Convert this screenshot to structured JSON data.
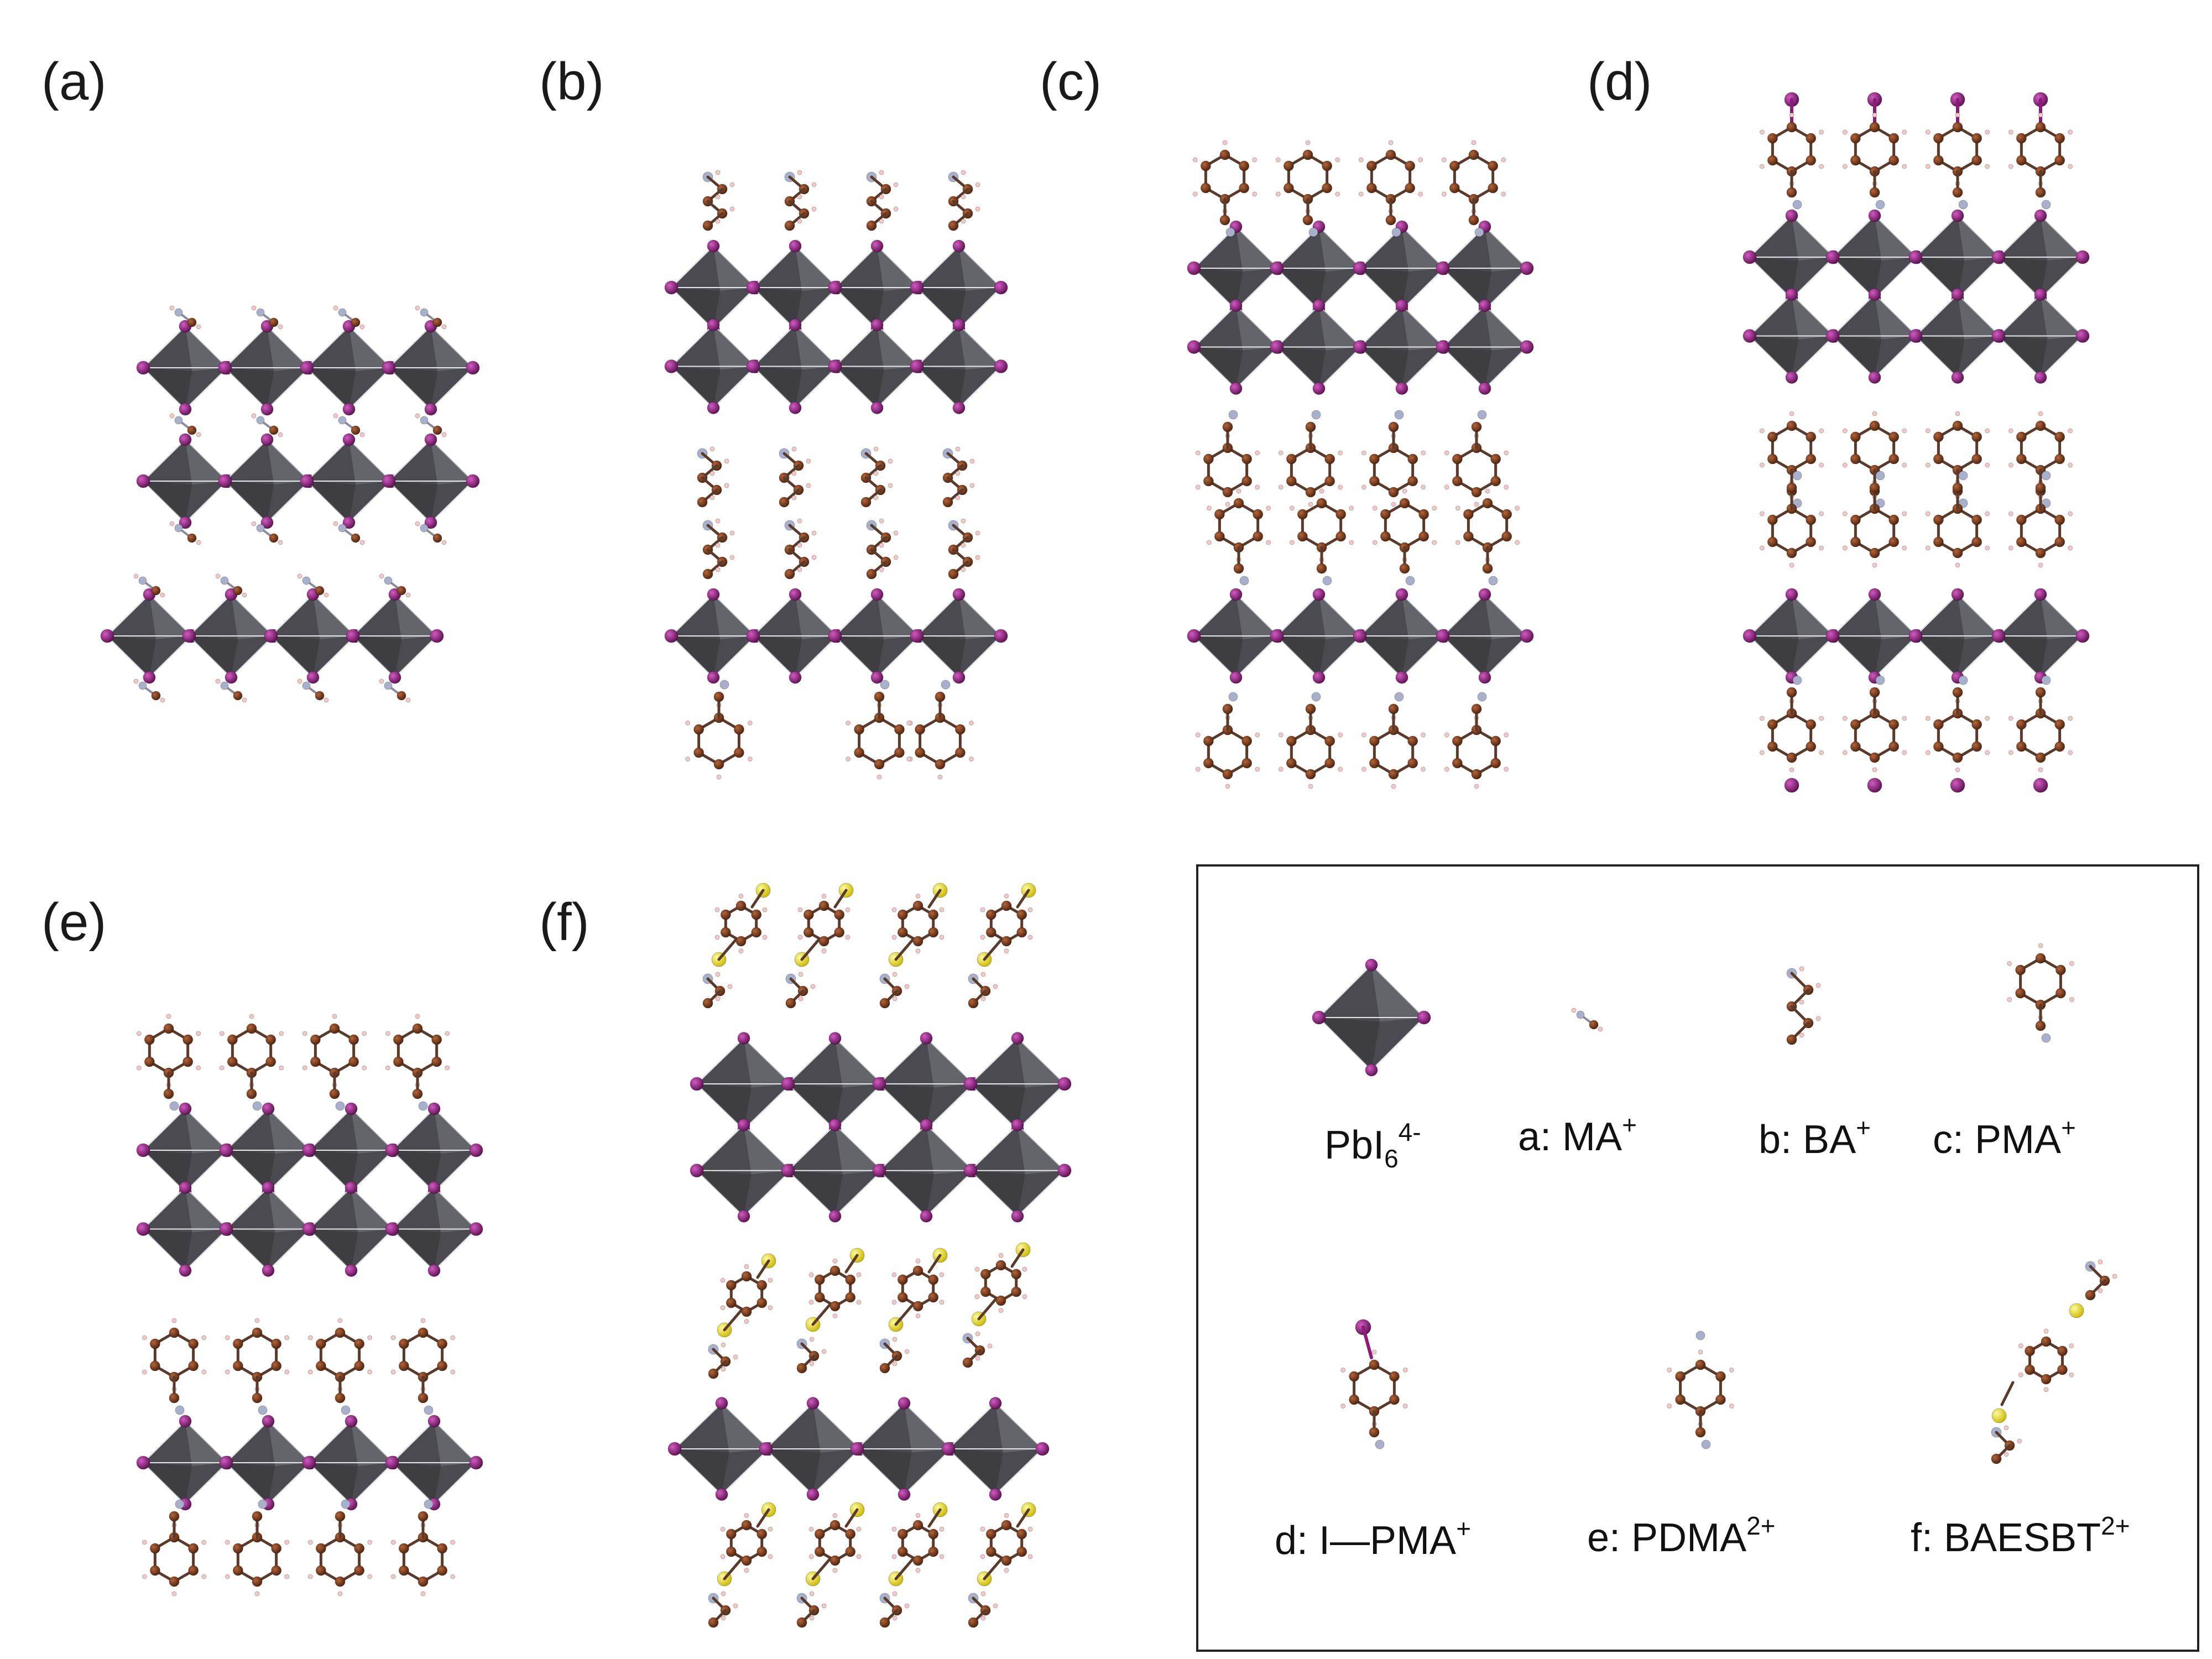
{
  "panels": [
    {
      "id": "a",
      "label": "(a)"
    },
    {
      "id": "b",
      "label": "(b)"
    },
    {
      "id": "c",
      "label": "(c)"
    },
    {
      "id": "d",
      "label": "(d)"
    },
    {
      "id": "e",
      "label": "(e)"
    },
    {
      "id": "f",
      "label": "(f)"
    }
  ],
  "legend": {
    "pbi6": {
      "base": "PbI",
      "sub": "6",
      "sup": "4-"
    },
    "ma": {
      "base": "a: MA",
      "sup": "+"
    },
    "ba": {
      "base": "b: BA",
      "sup": "+"
    },
    "pma": {
      "base": "c: PMA",
      "sup": "+"
    },
    "ipma": {
      "base": "d: I—PMA",
      "sup": "+"
    },
    "pdma": {
      "base": "e: PDMA",
      "sup": "2+"
    },
    "baesbt": {
      "base": "f: BAESBT",
      "sup": "2+"
    }
  },
  "colors": {
    "octahedron": "#4a4a50",
    "octahedron_light": "#7a7a82",
    "iodine": "#8b1a7a",
    "carbon": "#7a3e1e",
    "nitrogen": "#a8b0cc",
    "hydrogen": "#f2c8c8",
    "sulfur": "#f0e020",
    "legend_border": "#222222"
  }
}
